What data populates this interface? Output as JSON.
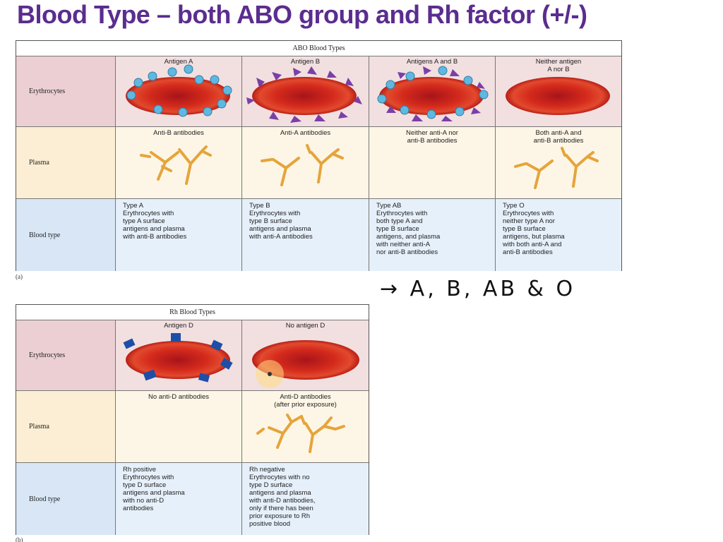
{
  "title": "Blood Type – both ABO group and Rh factor (+/-)",
  "abo": {
    "caption": "ABO Blood Types",
    "rows": [
      "Erythrocytes",
      "Plasma",
      "Blood type"
    ],
    "columns": [
      {
        "antigen": "Antigen A",
        "plasma": "Anti-B antibodies",
        "type": "Type A\nErythrocytes with\ntype A surface\nantigens and plasma\nwith anti-B antibodies"
      },
      {
        "antigen": "Antigen B",
        "plasma": "Anti-A antibodies",
        "type": "Type B\nErythrocytes with\ntype B surface\nantigens and plasma\nwith anti-A antibodies"
      },
      {
        "antigen": "Antigens A and B",
        "plasma": "Neither anti-A nor\nanti-B antibodies",
        "type": "Type AB\nErythrocytes with\nboth type A and\ntype B surface\nantigens, and plasma\nwith neither anti-A\nnor anti-B antibodies"
      },
      {
        "antigen": "Neither antigen\nA nor B",
        "plasma": "Both anti-A and\nanti-B antibodies",
        "type": "Type O\nErythrocytes with\nneither type A nor\ntype B surface\nantigens, but plasma\nwith both anti-A and\nanti-B antibodies"
      }
    ],
    "panel_label": "(a)"
  },
  "rh": {
    "caption": "Rh Blood Types",
    "rows": [
      "Erythrocytes",
      "Plasma",
      "Blood type"
    ],
    "columns": [
      {
        "antigen": "Antigen D",
        "plasma": "No anti-D antibodies",
        "type": "Rh positive\nErythrocytes with\ntype D surface\nantigens and plasma\nwith no anti-D\nantibodies"
      },
      {
        "antigen": "No antigen D",
        "plasma": "Anti-D antibodies\n(after prior exposure)",
        "type": "Rh negative\nErythrocytes with no\ntype D surface\nantigens and plasma\nwith anti-D antibodies,\nonly if there has been\nprior exposure to Rh\npositive blood"
      }
    ],
    "panel_label": "(b)"
  },
  "annotation": "→ A, B, AB & O",
  "colors": {
    "title": "#5b2d8e",
    "cell_red": "#d42a1c",
    "antigen_a": "#5fb8e0",
    "antigen_b": "#7a3fa8",
    "antigen_d": "#1d4fa8",
    "antibody": "#e6a43a"
  }
}
